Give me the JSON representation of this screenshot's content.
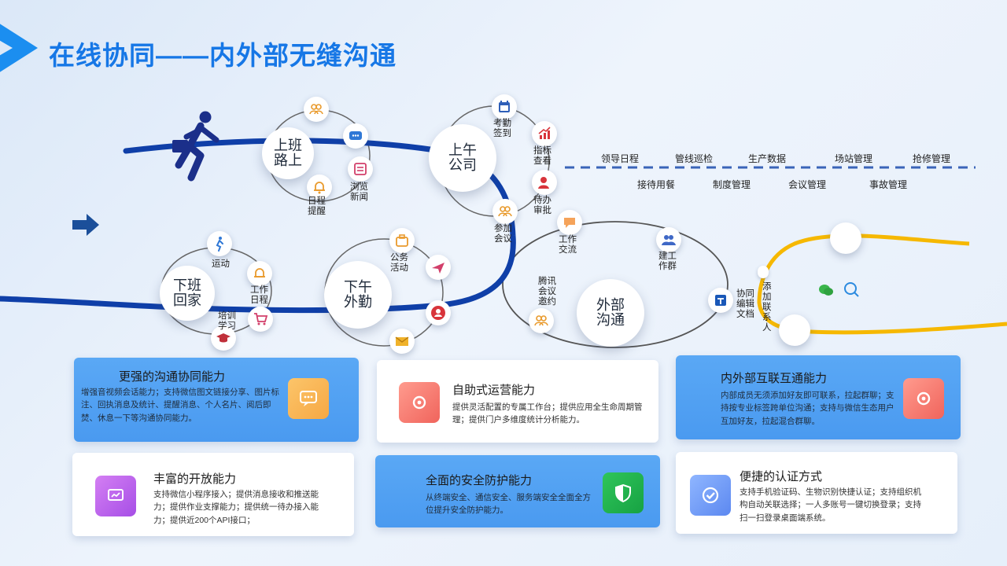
{
  "title": "在线协同——内外部无缝沟通",
  "stages": {
    "morning_commute": "上班\n路上",
    "morning": "上午\n公司",
    "afternoon": "下午\n外勤",
    "home": "下班\n回家",
    "external": "外部\n沟通"
  },
  "activities": {
    "remind": "日程\n提醒",
    "news": "浏览\n新闻",
    "checkin": "考勤\n签到",
    "kpi": "指标\n查看",
    "approve": "待办\n审批",
    "meeting": "参加\n会议",
    "chat": "工作\n交流",
    "group": "建工\n作群",
    "tencent": "腾讯\n会议\n邀约",
    "coedit": "协同\n编辑\n文档",
    "add_contact": "添\n加\n联\n系\n人",
    "sport": "运动",
    "schedule": "工作\n日程",
    "training": "培训\n学习",
    "field": "公务\n活动"
  },
  "tags_top": [
    "领导日程",
    "管线巡检",
    "生产数据",
    "场站管理",
    "抢修管理"
  ],
  "tags_bottom": [
    "接待用餐",
    "制度管理",
    "会议管理",
    "事故管理"
  ],
  "cards": [
    {
      "title": "更强的沟通协同能力",
      "desc": "增强音视频会话能力；支持微信图文链接分享、图片标注、回执消息及统计、提醒消息、个人名片、阅后即焚、休息一下等沟通协同能力。"
    },
    {
      "title": "自助式运营能力",
      "desc": "提供灵活配置的专属工作台；提供应用全生命周期管理；提供门户多维度统计分析能力。"
    },
    {
      "title": "内外部互联互通能力",
      "desc": "内部成员无须添加好友即可联系，拉起群聊；支持按专业标签跨单位沟通；支持与微信生态用户互加好友，拉起混合群聊。"
    },
    {
      "title": "丰富的开放能力",
      "desc": "支持微信小程序接入；提供消息接收和推送能力；提供作业支撑能力；提供统一待办接入能力；提供近200个API接口；"
    },
    {
      "title": "全面的安全防护能力",
      "desc": "从终端安全、通信安全、服务端安全全面全方位提升安全防护能力。"
    },
    {
      "title": "便捷的认证方式",
      "desc": "支持手机验证码、生物识别快捷认证；支持组织机构自动关联选择；一人多账号一键切换登录；支持扫一扫登录桌面端系统。"
    }
  ],
  "colors": {
    "accent": "#1677e6",
    "path": "#0f3fa8",
    "wechat_line": "#f6b800"
  }
}
